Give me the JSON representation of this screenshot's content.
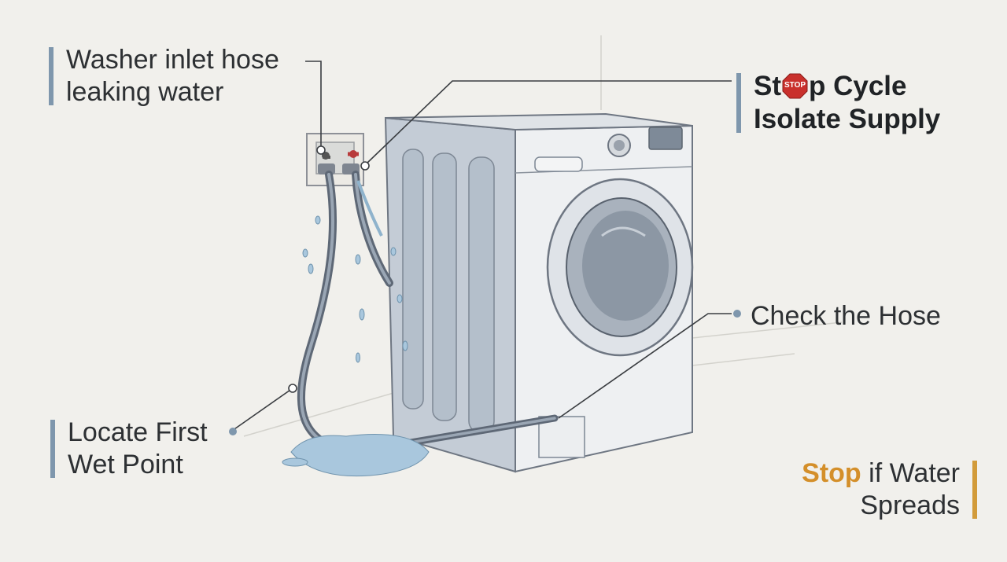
{
  "callouts": {
    "inlet": {
      "line1": "Washer inlet hose",
      "line2": "leaking water"
    },
    "stop_cycle": {
      "pre": "St",
      "sign": "STOP",
      "post": "p Cycle",
      "line2": "Isolate Supply"
    },
    "check": {
      "text": "Check the Hose"
    },
    "locate": {
      "line1": "Locate First",
      "line2": "Wet Point"
    },
    "spreads": {
      "accent": "Stop",
      "rest": " if Water",
      "line2": "Spreads"
    }
  },
  "colors": {
    "background": "#f1f0ec",
    "bar_blue": "#7f97ad",
    "bar_orange": "#d29b3a",
    "accent_text": "#d48f2a",
    "stop_red": "#c9302c",
    "water": "#a9c7dd"
  },
  "icons": [
    "stop-sign-icon",
    "washing-machine",
    "water-valves",
    "leaking-hose",
    "water-puddle"
  ]
}
